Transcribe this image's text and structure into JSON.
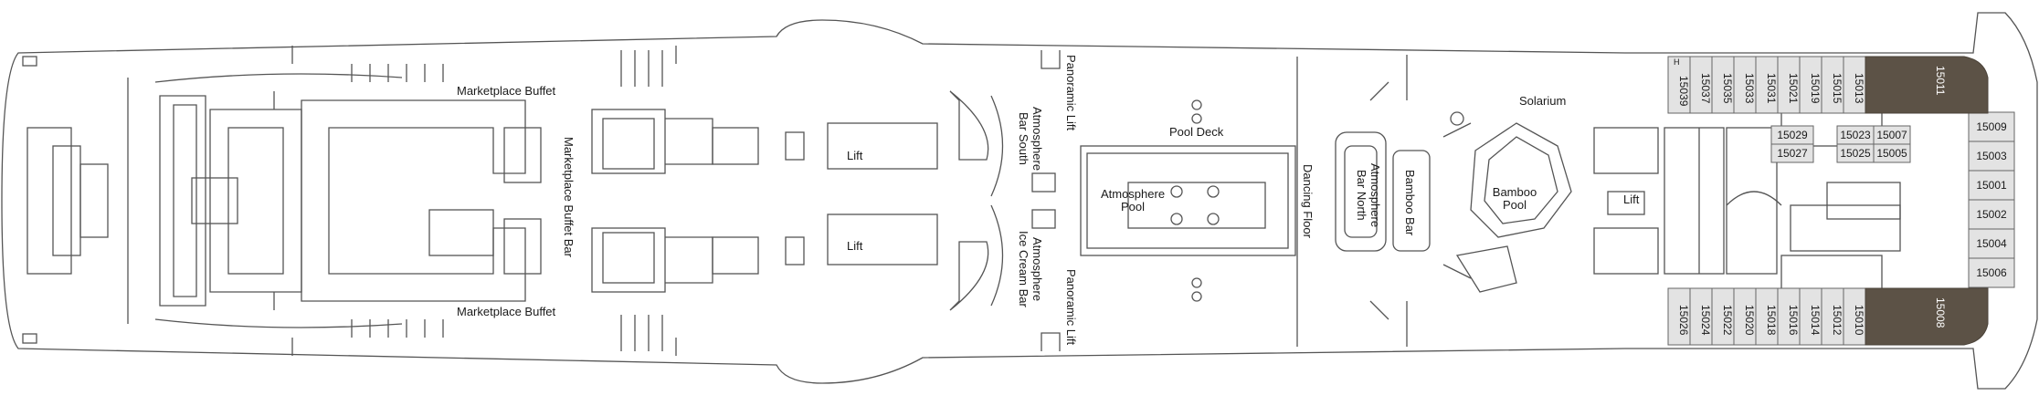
{
  "venues": {
    "marketplace_buffet_top": "Marketplace Buffet",
    "marketplace_buffet_bottom": "Marketplace Buffet",
    "marketplace_buffet_bar": "Marketplace Buffet Bar",
    "lift_fwd_top": "Lift",
    "lift_fwd_bottom": "Lift",
    "atmosphere_bar_south": "Atmosphere Bar South",
    "atmosphere_ice_cream_bar": "Atmosphere Ice Cream Bar",
    "panoramic_lift_top": "Panoramic Lift",
    "panoramic_lift_bottom": "Panoramic Lift",
    "pool_deck": "Pool Deck",
    "atmosphere_pool": "Atmosphere Pool",
    "dancing_floor": "Dancing Floor",
    "atmosphere_bar_north": "Atmosphere Bar North",
    "bamboo_bar": "Bamboo Bar",
    "solarium": "Solarium",
    "bamboo_pool": "Bamboo Pool",
    "lift_aft": "Lift"
  },
  "cabins": {
    "top_row": [
      "15039",
      "15037",
      "15035",
      "15033",
      "15031",
      "15021",
      "15019",
      "15015",
      "15013"
    ],
    "top_row_marker": "H",
    "suite_top": "15011",
    "bottom_row": [
      "15026",
      "15024",
      "15022",
      "15020",
      "15018",
      "15016",
      "15014",
      "15012",
      "15010"
    ],
    "suite_bottom": "15008",
    "stern_column": [
      "15009",
      "15003",
      "15001",
      "15002",
      "15004",
      "15006"
    ],
    "inner_left": [
      "15029",
      "15027"
    ],
    "inner_right": [
      [
        "15023",
        "15007"
      ],
      [
        "15025",
        "15005"
      ]
    ]
  },
  "colors": {
    "outline": "#555555",
    "cabin_fill": "#e3e3e3",
    "suite_fill": "#5c5246",
    "text": "#1a1a1a"
  }
}
